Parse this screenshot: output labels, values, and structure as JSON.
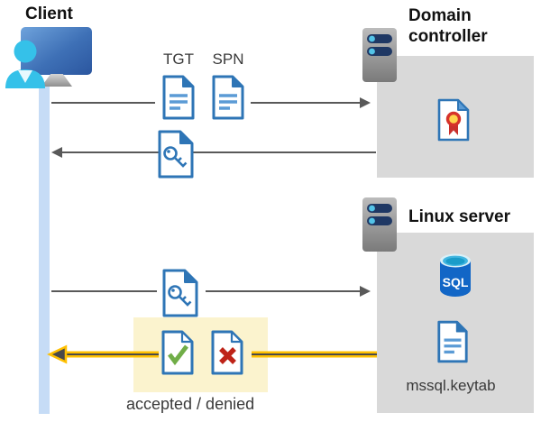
{
  "client": {
    "label": "Client"
  },
  "domain_controller": {
    "label": "Domain controller"
  },
  "linux_server": {
    "label": "Linux server"
  },
  "tickets": {
    "tgt": "TGT",
    "spn": "SPN"
  },
  "sql": {
    "label": "SQL"
  },
  "keytab": {
    "label": "mssql.keytab"
  },
  "result": {
    "label": "accepted / denied"
  },
  "icons": {
    "client": "monitor-with-user-icon",
    "server": "server-rack-icon",
    "certificate": "certificate-document-icon",
    "ticket": "document-with-lines-icon",
    "key_ticket": "document-with-key-icon",
    "sql_database": "sql-database-cylinder-icon",
    "keytab_file": "document-with-lines-icon",
    "accepted": "document-with-green-check-icon",
    "denied": "document-with-red-x-icon"
  },
  "colors": {
    "accent_blue": "#2E75B6",
    "doc_line_blue": "#5B9BD5",
    "lifeline_blue": "#C6DCF6",
    "box_gray": "#D9D9D9",
    "arrow_gray": "#595959",
    "highlight_yellow": "#FBF3CE",
    "result_arrow_yellow": "#FFC000",
    "accepted_green": "#70AD47",
    "denied_red": "#BE2318",
    "sql_blue": "#1266C6",
    "server_pill_navy": "#1F3864",
    "person_cyan": "#35C1E9"
  }
}
